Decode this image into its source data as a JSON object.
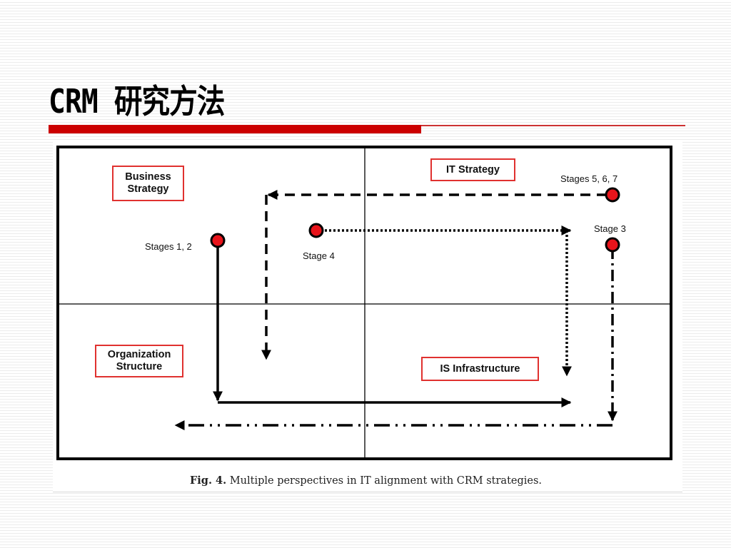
{
  "slide": {
    "title": "CRM 研究方法",
    "accent_color": "#cc0000",
    "thin_rule_color": "#cc3333"
  },
  "figure": {
    "quadrants": {
      "business_strategy": "Business\nStrategy",
      "it_strategy": "IT Strategy",
      "organization_structure": "Organization\nStructure",
      "is_infrastructure": "IS Infrastructure"
    },
    "stages": {
      "stages_1_2": "Stages 1, 2",
      "stage_3": "Stage 3",
      "stage_4": "Stage 4",
      "stages_5_6_7": "Stages 5, 6, 7"
    },
    "caption": {
      "number": "Fig. 4.",
      "text": " Multiple perspectives in IT alignment with CRM strategies."
    },
    "colors": {
      "label_border": "#e0312f",
      "stage_marker_fill": "#e8141b",
      "lines": "#000000"
    }
  }
}
